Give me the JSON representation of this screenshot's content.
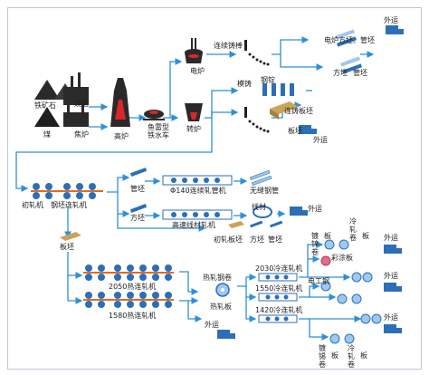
{
  "diagram": {
    "colors": {
      "line": "#2f8fd6",
      "steel": "#2c6fb8",
      "light": "#9ec8ee",
      "dark": "#1a1a1a",
      "flame": "#d9262b",
      "ore": "#3a3a3a",
      "pink": "#e46a8a",
      "gold": "#c9a55a"
    },
    "labels": {
      "iron_ore": "铁矿石",
      "sinter": "烧结",
      "coal": "煤",
      "coking": "焦炉",
      "blast_furnace": "高炉",
      "torpedo_car": "鱼雷型铁水车",
      "electric_furnace": "电炉",
      "converter": "转炉",
      "continuous_casting_bar": "连续铸棒",
      "ingot_casting": "模铸",
      "steel_ingot": "钢锭",
      "slab_caster": "连铸板坯",
      "ef_billet_pipe_billet": "电炉方坯、管坯",
      "billet_pipe_billet": "方坯",
      "pipe_billet2": "管坯",
      "slab": "板坯",
      "export": "外运",
      "rough_rolling": "初轧机",
      "billet_continuous_mill": "钢坯连轧机",
      "pipe_billet3": "管坯",
      "phi140_mill": "Φ140连续轧管机",
      "seamless_pipe": "无缝钢管",
      "billet": "方坯",
      "wire_mill": "高速线材轧机",
      "wire_rod": "线材",
      "rolled_slab": "初轧板坯",
      "rolled_billet": "方坯",
      "rolled_pipe": "管坯",
      "slab2": "板坯",
      "mill2050": "2050热连轧机",
      "mill1580": "1580热连轧机",
      "hot_coil": "热轧钢卷",
      "hot_plate": "热轧板",
      "cold2030": "2030冷连轧机",
      "cold1550": "1550冷连轧机",
      "cold1420": "1420冷连轧机",
      "electrical_steel": "电工钢",
      "color_coated": "彩涂板",
      "galvanized": "镀锌卷",
      "galv_plate": "板",
      "cold_roll": "冷轧卷",
      "cold_plate": "板",
      "tin_plate": "镀锡卷",
      "tin_board": "板",
      "cold_roll2": "冷轧卷",
      "cold_board2": "板"
    }
  }
}
